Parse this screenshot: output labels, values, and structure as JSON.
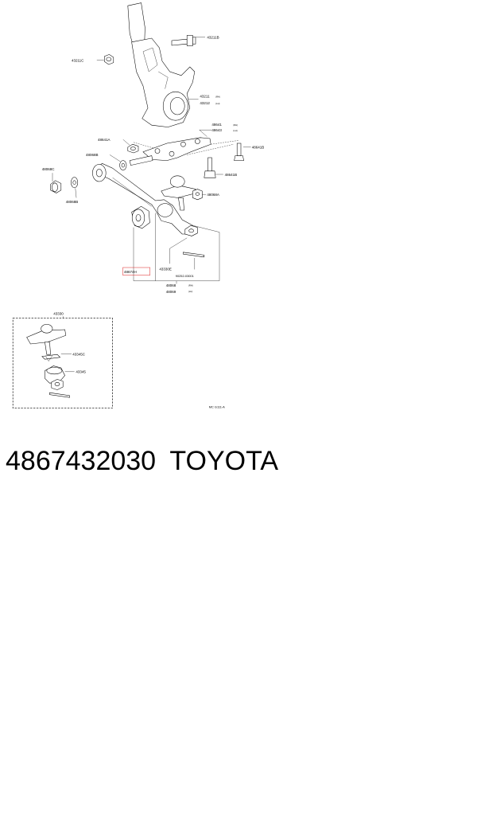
{
  "diagram": {
    "labels": {
      "p43211B": "43211B",
      "p43211C": "43211C",
      "p43211": "43211",
      "p43212": "43212",
      "p48641": "48641",
      "p48643": "48643",
      "p48641A": "48641A",
      "p48641B_top": "48641B",
      "p48641B_bottom": "48641B",
      "p48068B_top": "48068B",
      "p48068C": "48068C",
      "p48068B_left": "48068B",
      "p48068A": "48068A",
      "p43330E": "43330E",
      "p90252": "90252-03001",
      "p48068": "48068",
      "p48069": "48069",
      "p43330": "43330",
      "p43345C": "43345C",
      "p43345": "43345"
    },
    "side": {
      "rh": "(RH)",
      "lh": "(LH)"
    },
    "highlighted_part": "48674H",
    "highlight_color": "#e03030",
    "reference_code": "MC G111-A"
  },
  "footer": {
    "part_number": "4867432030",
    "brand": "TOYOTA"
  }
}
